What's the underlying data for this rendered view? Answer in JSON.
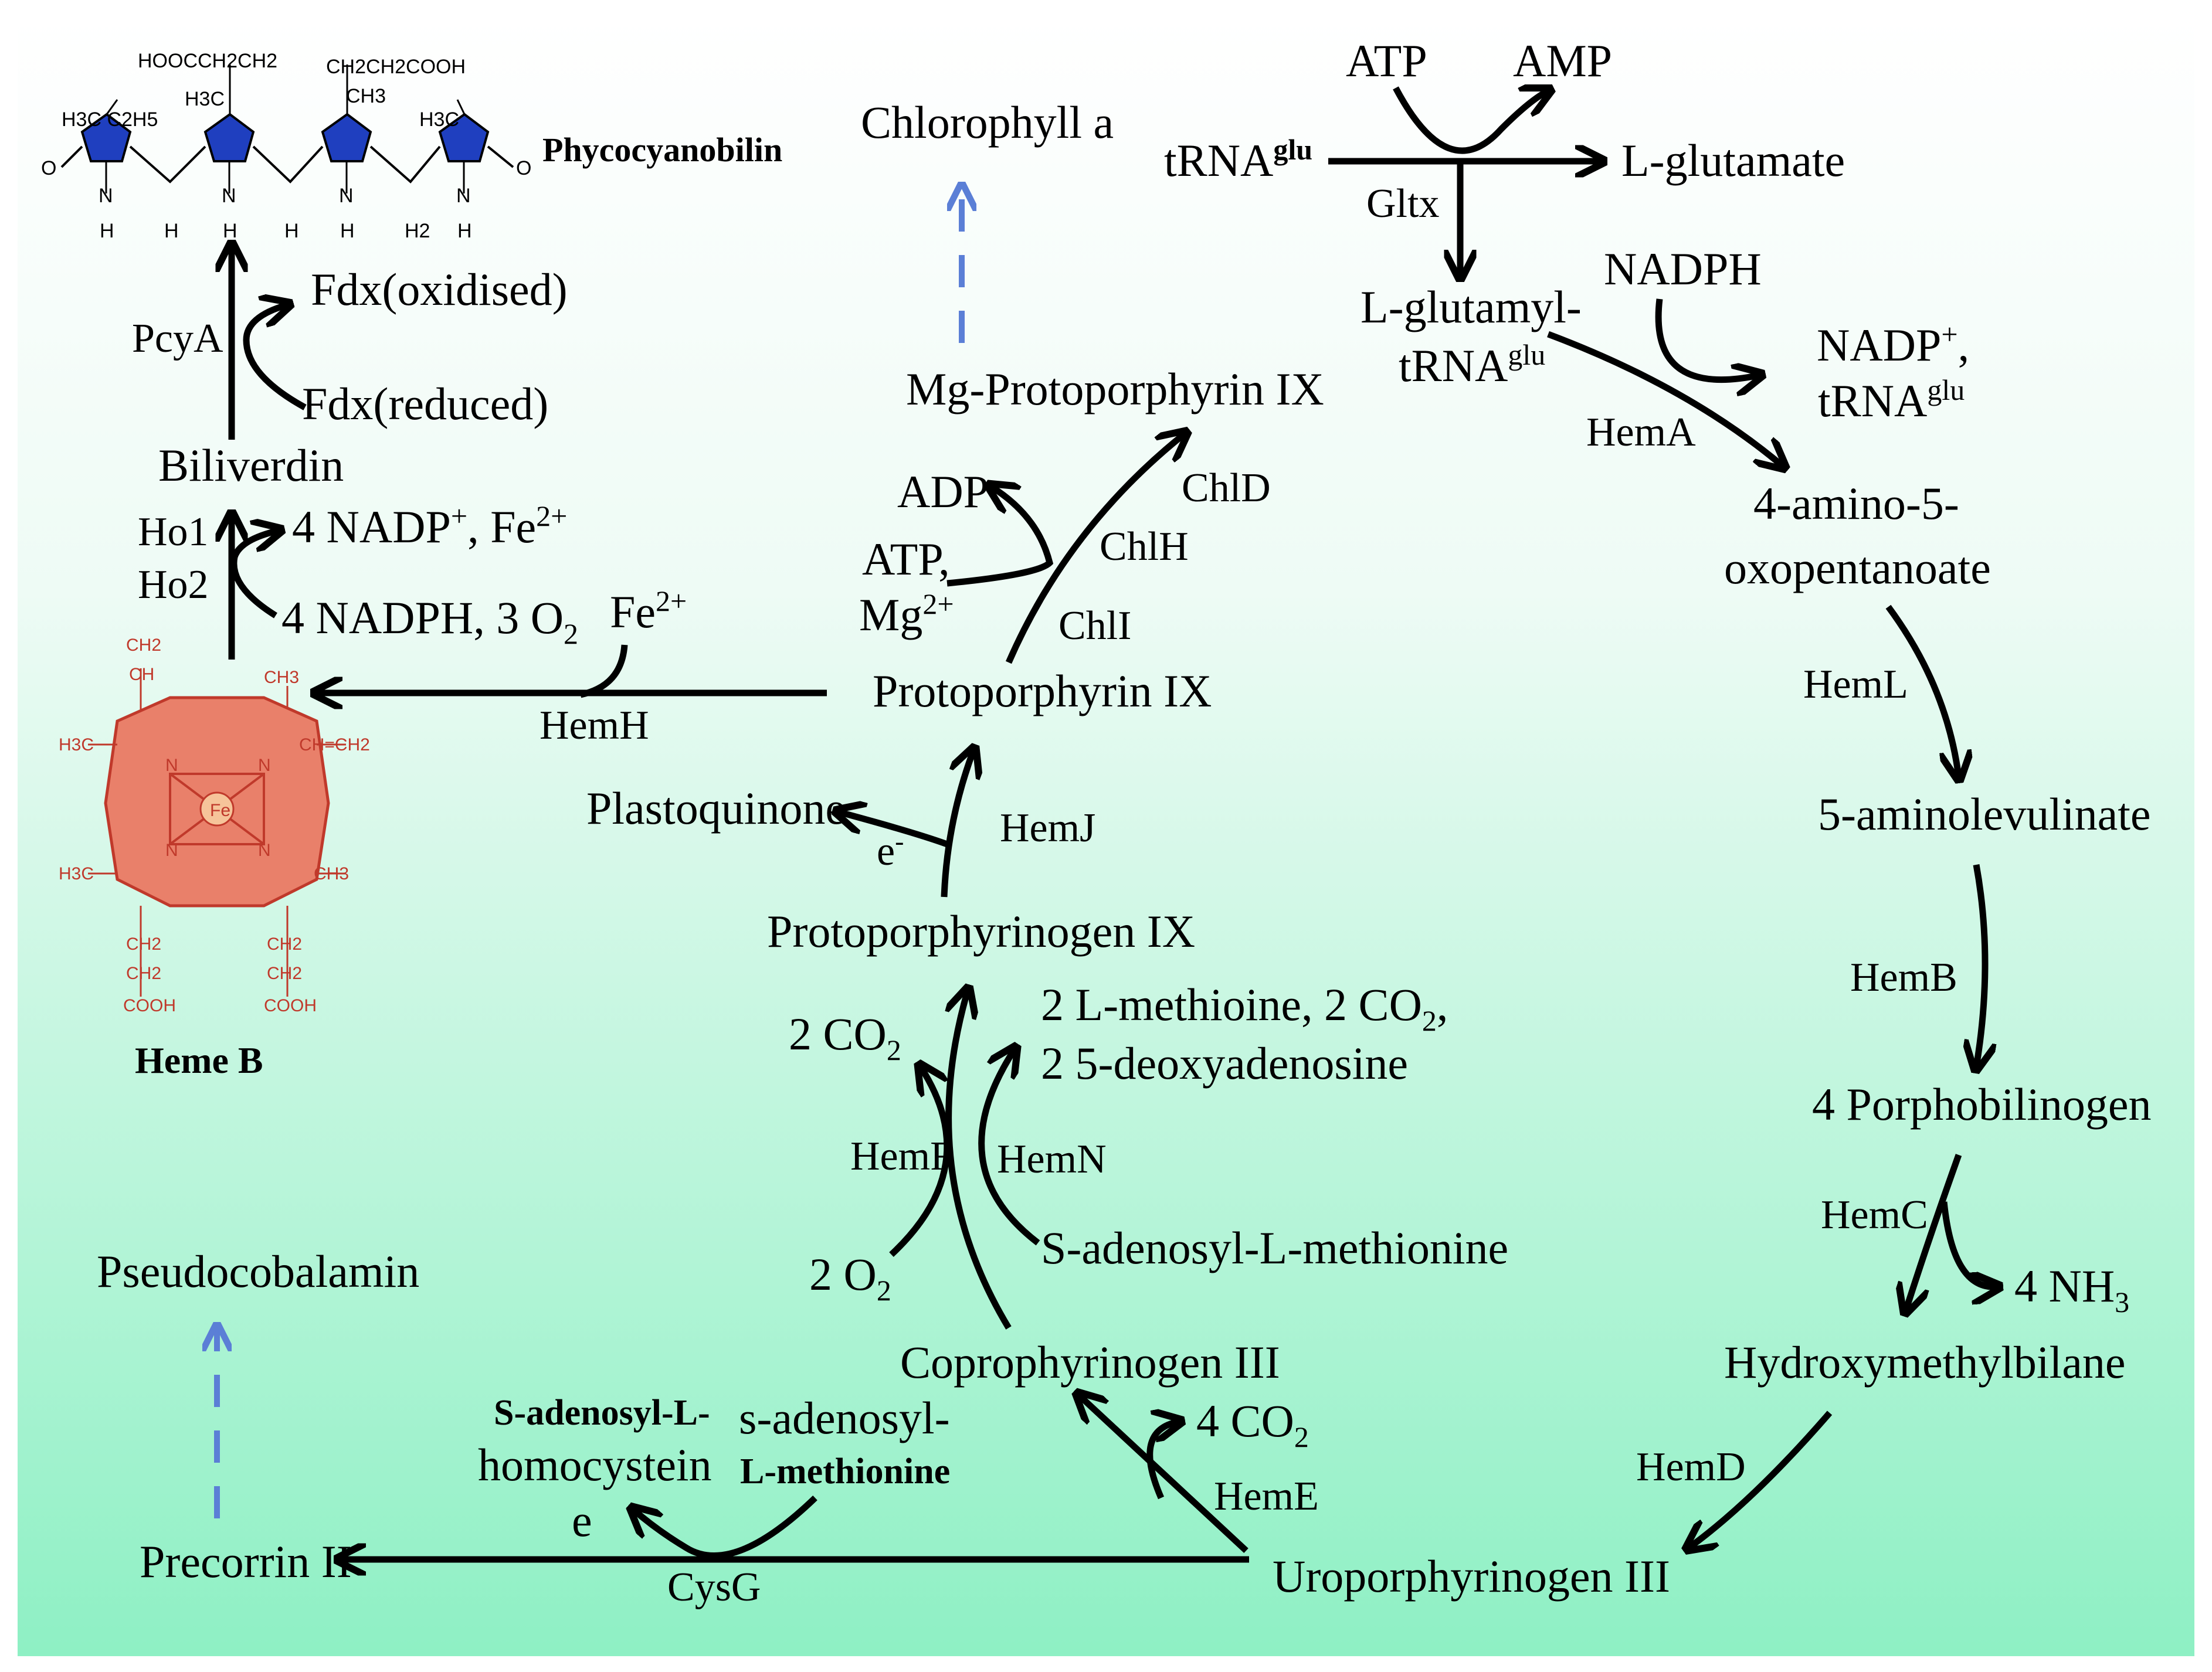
{
  "colors": {
    "background_top": "#ffffff",
    "background_bottom": "#8ef0c4",
    "dashed_arrow": "#5b7fd6",
    "pyrrole_fill": "#1f3fbf",
    "heme_fill": "#e9806a",
    "heme_stroke": "#c0392b"
  },
  "phycocyanobilin": {
    "title": "Phycocyanobilin",
    "sub_hooc": "HOOCCH2CH2",
    "sub_cooh": "CH2CH2COOH",
    "sub_h3c_c2h5": "H3C C2H5",
    "sub_h3c_1": "H3C",
    "sub_ch3": "CH3",
    "sub_h3c_2": "H3C",
    "oxo_left": "O",
    "oxo_right": "O",
    "n_labels": [
      "N",
      "N",
      "N",
      "N"
    ],
    "h_labels": [
      "H",
      "H",
      "H",
      "H",
      "H",
      "H2",
      "H"
    ]
  },
  "heme_b": {
    "title": "Heme B",
    "fe": "Fe",
    "n_labels": [
      "N",
      "N",
      "N",
      "N"
    ],
    "subs": [
      "CH2",
      "CH",
      "CH3",
      "CH=CH2",
      "H3C",
      "H3C",
      "CH3",
      "CH2",
      "CH2",
      "COOH",
      "CH2",
      "CH2",
      "COOH"
    ]
  },
  "nodes": {
    "chlorophyll_a": "Chlorophyll a",
    "trna_glu": "tRNA",
    "trna_glu_sup": "glu",
    "atp_top": "ATP",
    "amp": "AMP",
    "l_glutamate": "L-glutamate",
    "gltx": "Gltx",
    "l_glutamyl_1": "L-glutamyl-",
    "l_glutamyl_2": "tRNA",
    "l_glutamyl_2_sup": "glu",
    "nadph": "NADPH",
    "nadp_trna_1": "NADP",
    "nadp_trna_1_sup": "+",
    "nadp_trna_1_end": ",",
    "nadp_trna_2": "tRNA",
    "nadp_trna_2_sup": "glu",
    "hema": "HemA",
    "amino_oxo_1": "4-amino-5-",
    "amino_oxo_2": "oxopentanoate",
    "heml": "HemL",
    "aminolevulinate": "5-aminolevulinate",
    "hemb": "HemB",
    "porphobilinogen": "4 Porphobilinogen",
    "hemc": "HemC",
    "nh3": "4 NH",
    "nh3_sub": "3",
    "hydroxymethylbilane": "Hydroxymethylbilane",
    "hemd": "HemD",
    "uroporphyrinogen": "Uroporphyrinogen III",
    "heme_e": "HemE",
    "co2_4": "4 CO",
    "co2_4_sub": "2",
    "coproporphyrinogen": "Coprophyrinogen III",
    "hemf": "HemF",
    "hemn": "HemN",
    "o2_2": "2 O",
    "o2_2_sub": "2",
    "sam_right": "S-adenosyl-L-methionine",
    "co2_2": "2 CO",
    "co2_2_sub": "2",
    "lmet_1": "2 L-methioine, 2 CO",
    "lmet_1_sub": "2",
    "lmet_1_end": ",",
    "lmet_2": "2 5-deoxyadenosine",
    "protoporphyrinogen": "Protoporphyrinogen IX",
    "hemj": "HemJ",
    "plastoquinone": "Plastoquinone",
    "e_minus": "e",
    "e_minus_sup": "-",
    "protoporphyrin": "Protoporphyrin IX",
    "chli": "ChlI",
    "chlh": "ChlH",
    "chld": "ChlD",
    "atp_mg_1": "ATP,",
    "atp_mg_2": "Mg",
    "atp_mg_2_sup": "2+",
    "adp": "ADP",
    "mg_proto": "Mg-Protoporphyrin IX",
    "hemh": "HemH",
    "fe2": "Fe",
    "fe2_sup": "2+",
    "nadph_o2": "4 NADPH, 3 O",
    "nadph_o2_sub": "2",
    "nadp_fe": "4 NADP",
    "nadp_fe_sup": "+",
    "nadp_fe_mid": ", Fe",
    "nadp_fe_sup2": "2+",
    "ho1": "Ho1",
    "ho2": "Ho2",
    "biliverdin": "Biliverdin",
    "pcya": "PcyA",
    "fdx_red": "Fdx(reduced)",
    "fdx_ox": "Fdx(oxidised)",
    "pseudocobalamin": "Pseudocobalamin",
    "precorrin": "Precorrin II",
    "cysg": "CysG",
    "sah_1": "S-adenosyl-L-",
    "sah_2": "homocystein",
    "sah_3": "e",
    "sam_low_1": "s-adenosyl-",
    "sam_low_2": "L-methionine"
  }
}
